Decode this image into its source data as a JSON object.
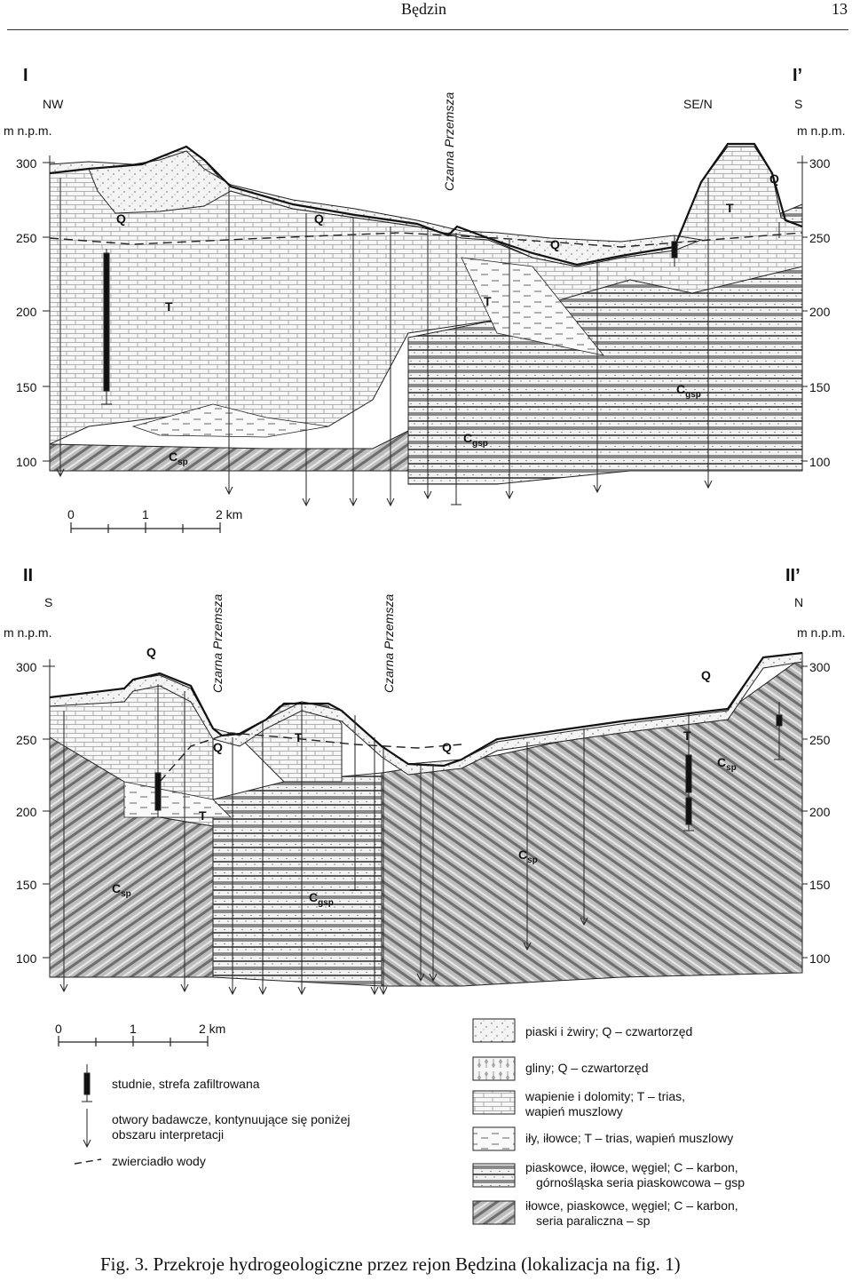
{
  "header": {
    "place": "Będzin",
    "page_number": "13"
  },
  "section1": {
    "start": "I",
    "end": "I’",
    "orient_left": "NW",
    "orient_mid": "SE/N",
    "orient_right": "S",
    "axis_label_left": "m n.p.m.",
    "axis_label_right": "m n.p.m.",
    "ticks": [
      "300",
      "250",
      "200",
      "150",
      "100"
    ],
    "river": "Czarna Przemsza",
    "unit_labels": {
      "q1": "Q",
      "q2": "Q",
      "q3": "Q",
      "q4": "Q",
      "t1": "T",
      "t2": "T",
      "t3": "T",
      "cgsp1": "C",
      "cgsp1_sub": "gsp",
      "cgsp2": "C",
      "cgsp2_sub": "gsp",
      "csp1": "C",
      "csp1_sub": "sp"
    }
  },
  "section2": {
    "start": "II",
    "end": "II’",
    "orient_left": "S",
    "orient_right": "N",
    "axis_label_left": "m n.p.m.",
    "axis_label_right": "m n.p.m.",
    "ticks": [
      "300",
      "250",
      "200",
      "150",
      "100"
    ],
    "river1": "Czarna Przemsza",
    "river2": "Czarna Przemsza",
    "unit_labels": {
      "q1": "Q",
      "q2": "Q",
      "q3": "Q",
      "q4": "Q",
      "t1": "T",
      "t2": "T",
      "t3": "T",
      "csp1": "C",
      "csp1_sub": "sp",
      "csp2": "C",
      "csp2_sub": "sp",
      "csp3": "C",
      "csp3_sub": "sp",
      "cgsp1": "C",
      "cgsp1_sub": "gsp"
    }
  },
  "scale": {
    "labels": [
      "0",
      "1",
      "2 km"
    ]
  },
  "legend": {
    "wells": "studnie, strefa zafiltrowana",
    "boreholes_line1": "otwory badawcze, kontynuujące się poniżej",
    "boreholes_line2": "obszaru interpretacji",
    "water_table": "zwierciadło wody",
    "sands_line1": "piaski i żwiry; Q – czwartorzęd",
    "clays_line1": "gliny; Q – czwartorzęd",
    "limestones_line1": "wapienie i dolomity; T – trias,",
    "limestones_line2": "wapień muszlowy",
    "claystones_line1": "iły, iłowce; T – trias, wapień muszlowy",
    "sandstones_line1": "piaskowce, iłowce, węgiel; C – karbon,",
    "sandstones_line2": "górnośląska seria piaskowcowa – gsp",
    "mudstones_line1": "iłowce, piaskowce, węgiel; C – karbon,",
    "mudstones_line2": "seria paraliczna – sp"
  },
  "caption": "Fig. 3. Przekroje hydrogeologiczne przez rejon Będzina (lokalizacja na fig. 1)"
}
